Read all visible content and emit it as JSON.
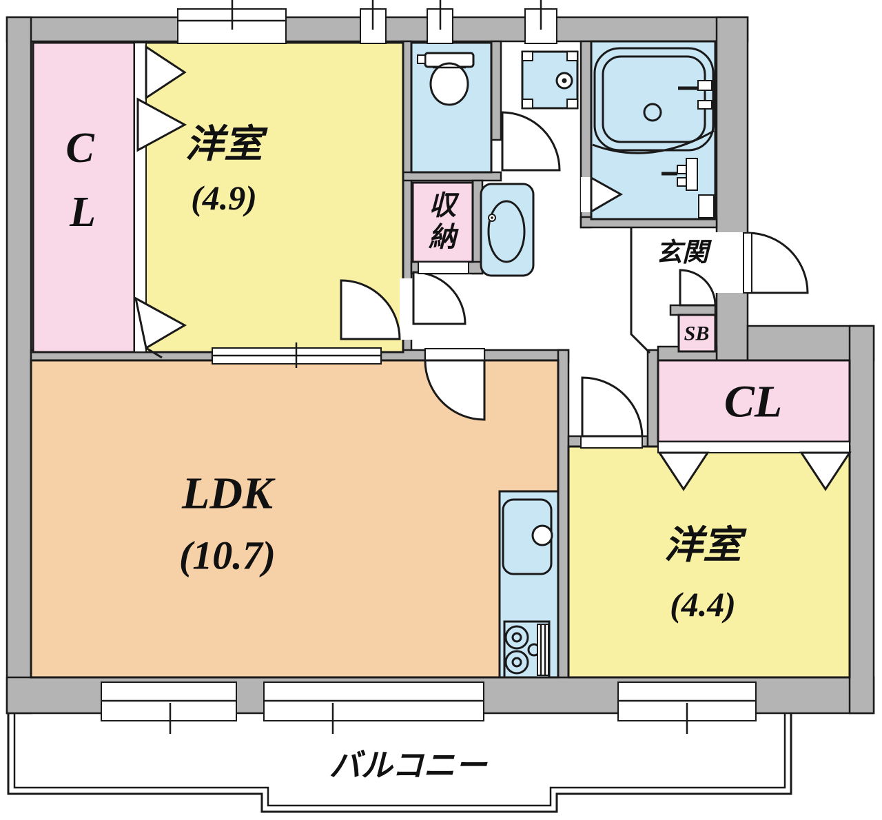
{
  "floorplan": {
    "colors": {
      "wall": "#b4b4b4",
      "room_yellow": "#f8f0a2",
      "room_orange": "#f6d0a6",
      "closet_pink": "#f9d8e7",
      "fixture_blue": "#c9e6f5",
      "line": "#1a1a1a"
    },
    "rooms": {
      "closet_left": {
        "line1": "C",
        "line2": "L"
      },
      "bedroom1": {
        "name": "洋室",
        "size": "(4.9)"
      },
      "storage": {
        "line1": "収",
        "line2": "納"
      },
      "entrance": {
        "name": "玄関"
      },
      "shoe_box": {
        "name": "SB"
      },
      "closet_right": {
        "name": "CL"
      },
      "ldk": {
        "name": "LDK",
        "size": "(10.7)"
      },
      "bedroom2": {
        "name": "洋室",
        "size": "(4.4)"
      },
      "balcony": {
        "name": "バルコニー"
      }
    }
  }
}
